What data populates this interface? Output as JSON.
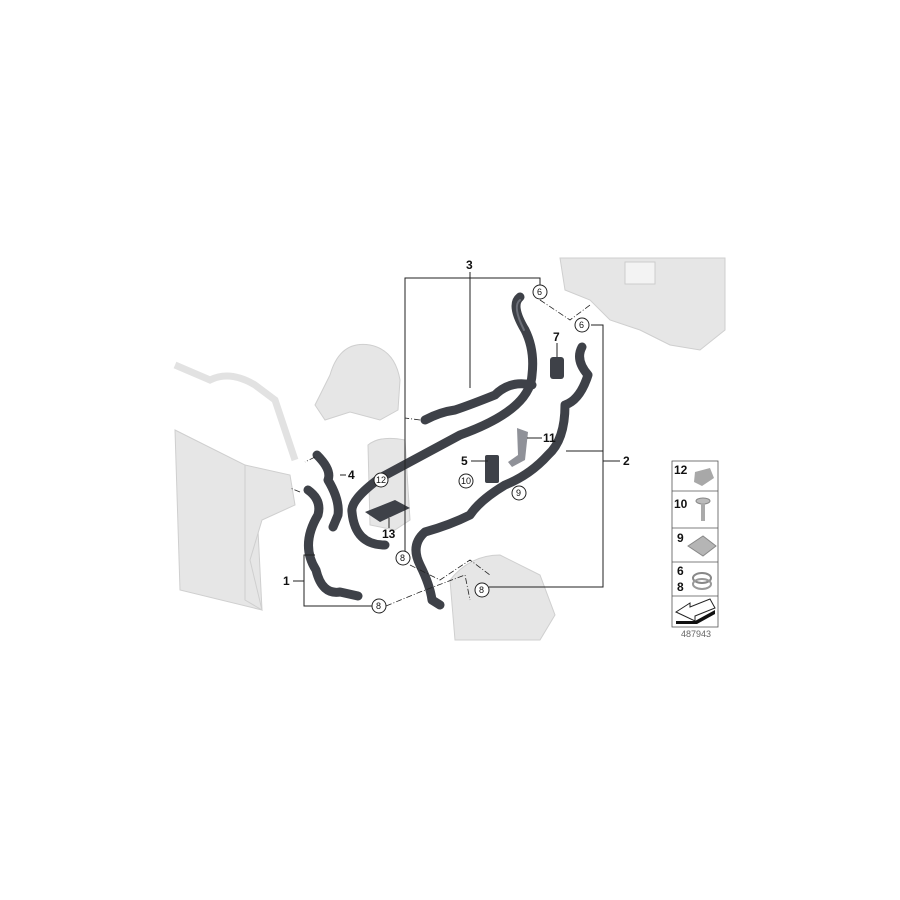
{
  "diagram": {
    "callouts": [
      "1",
      "2",
      "3",
      "4",
      "5",
      "6",
      "6",
      "7",
      "8",
      "8",
      "8",
      "9",
      "10",
      "11",
      "12",
      "13"
    ],
    "legend": [
      {
        "numbers": [
          "12"
        ],
        "icon": "clip-icon"
      },
      {
        "numbers": [
          "10"
        ],
        "icon": "bolt-icon"
      },
      {
        "numbers": [
          "9"
        ],
        "icon": "square-nut-icon"
      },
      {
        "numbers": [
          "6",
          "8"
        ],
        "icon": "hose-clamp-icon"
      },
      {
        "numbers": [],
        "icon": "direction-arrow-icon"
      }
    ],
    "diagram_id": "487943",
    "colors": {
      "hose": "#3e4148",
      "ghost_parts": "#e6e6e6"
    }
  }
}
